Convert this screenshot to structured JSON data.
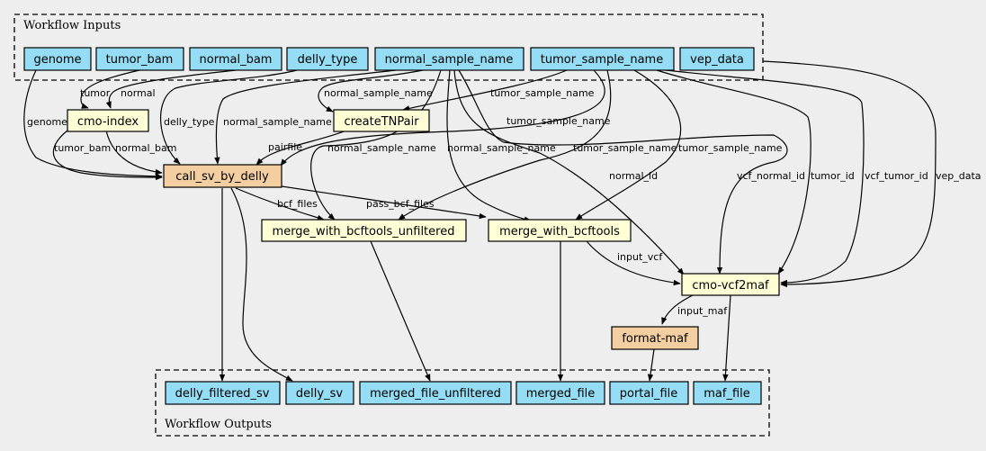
{
  "clusters": {
    "inputs": "Workflow Inputs",
    "outputs": "Workflow Outputs"
  },
  "colors": {
    "io": "#94ddf4",
    "tool": "#ffffd6",
    "subworkflow": "#f3cea1",
    "background": "#eeeeee",
    "stroke": "#000000"
  },
  "nodes": {
    "genome": "genome",
    "tumor_bam": "tumor_bam",
    "normal_bam": "normal_bam",
    "delly_type": "delly_type",
    "normal_sample_name": "normal_sample_name",
    "tumor_sample_name": "tumor_sample_name",
    "vep_data": "vep_data",
    "cmo_index": "cmo-index",
    "createTNPair": "createTNPair",
    "call_sv_by_delly": "call_sv_by_delly",
    "merge_unfiltered": "merge_with_bcftools_unfiltered",
    "merge_bcftools": "merge_with_bcftools",
    "cmo_vcf2maf": "cmo-vcf2maf",
    "format_maf": "format-maf",
    "delly_filtered_sv": "delly_filtered_sv",
    "delly_sv": "delly_sv",
    "merged_file_unfiltered": "merged_file_unfiltered",
    "merged_file": "merged_file",
    "portal_file": "portal_file",
    "maf_file": "maf_file"
  },
  "edge_labels": {
    "tumor": "tumor",
    "normal": "normal",
    "genome": "genome",
    "tumor_bam": "tumor_bam",
    "normal_bam": "normal_bam",
    "delly_type": "delly_type",
    "normal_sample_name_1": "normal_sample_name",
    "normal_sample_name_2": "normal_sample_name",
    "normal_sample_name_3": "normal_sample_name",
    "normal_sample_name_4": "normal_sample_name",
    "normal_sample_name_5": "normal_sample_name",
    "tumor_sample_name_1": "tumor_sample_name",
    "tumor_sample_name_2": "tumor_sample_name",
    "tumor_sample_name_3": "tumor_sample_name",
    "tumor_sample_name_4": "tumor_sample_name",
    "pairfile": "pairfile",
    "bcf_files": "bcf_files",
    "pass_bcf_files": "pass_bcf_files",
    "normal_id": "normal_id",
    "vcf_normal_id": "vcf_normal_id",
    "tumor_id": "tumor_id",
    "vcf_tumor_id": "vcf_tumor_id",
    "vep_data": "vep_data",
    "input_vcf": "input_vcf",
    "input_maf": "input_maf"
  }
}
